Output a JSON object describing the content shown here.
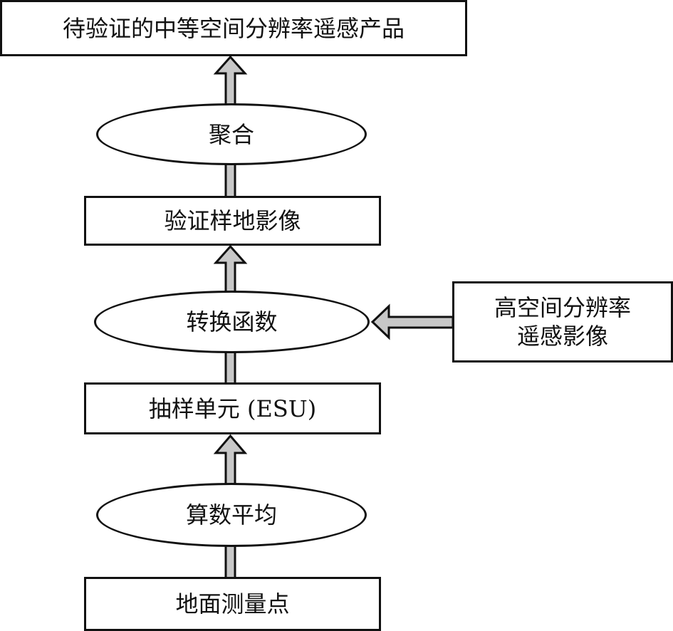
{
  "diagram": {
    "type": "flowchart",
    "direction": "bottom-to-top",
    "nodes": {
      "product": "待验证的中等空间分辨率遥感产品",
      "aggregate": "聚合",
      "site_image": "验证样地影像",
      "transfer_function": "转换函数",
      "high_res_line1": "高空间分辨率",
      "high_res_line2": "遥感影像",
      "esu": "抽样单元 (ESU)",
      "arith_mean": "算数平均",
      "ground_points": "地面测量点"
    },
    "edges": [
      {
        "from": "ground_points",
        "to": "arith_mean"
      },
      {
        "from": "arith_mean",
        "to": "esu"
      },
      {
        "from": "esu",
        "to": "transfer_function"
      },
      {
        "from": "high_res_image",
        "to": "transfer_function"
      },
      {
        "from": "transfer_function",
        "to": "site_image"
      },
      {
        "from": "site_image",
        "to": "aggregate"
      },
      {
        "from": "aggregate",
        "to": "product"
      }
    ],
    "colors": {
      "stroke": "#111111",
      "arrow_fill": "#c8c8c8",
      "node_fill": "#ffffff"
    }
  }
}
